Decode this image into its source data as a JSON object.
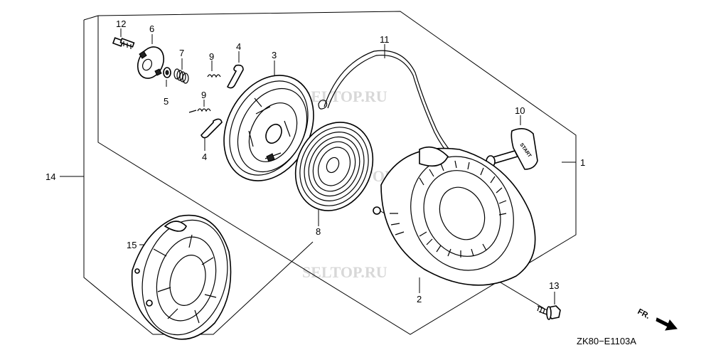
{
  "diagram": {
    "part_labels": [
      "1",
      "2",
      "3",
      "4",
      "4",
      "5",
      "6",
      "7",
      "8",
      "9",
      "9",
      "10",
      "11",
      "12",
      "13",
      "14",
      "15"
    ],
    "handle_text": "START",
    "watermark": [
      "SELTOP.RU",
      "SELTOP.RU",
      "SELTOP.RU"
    ],
    "diagram_code": "ZK80−E1103A",
    "direction_label": "FR."
  }
}
